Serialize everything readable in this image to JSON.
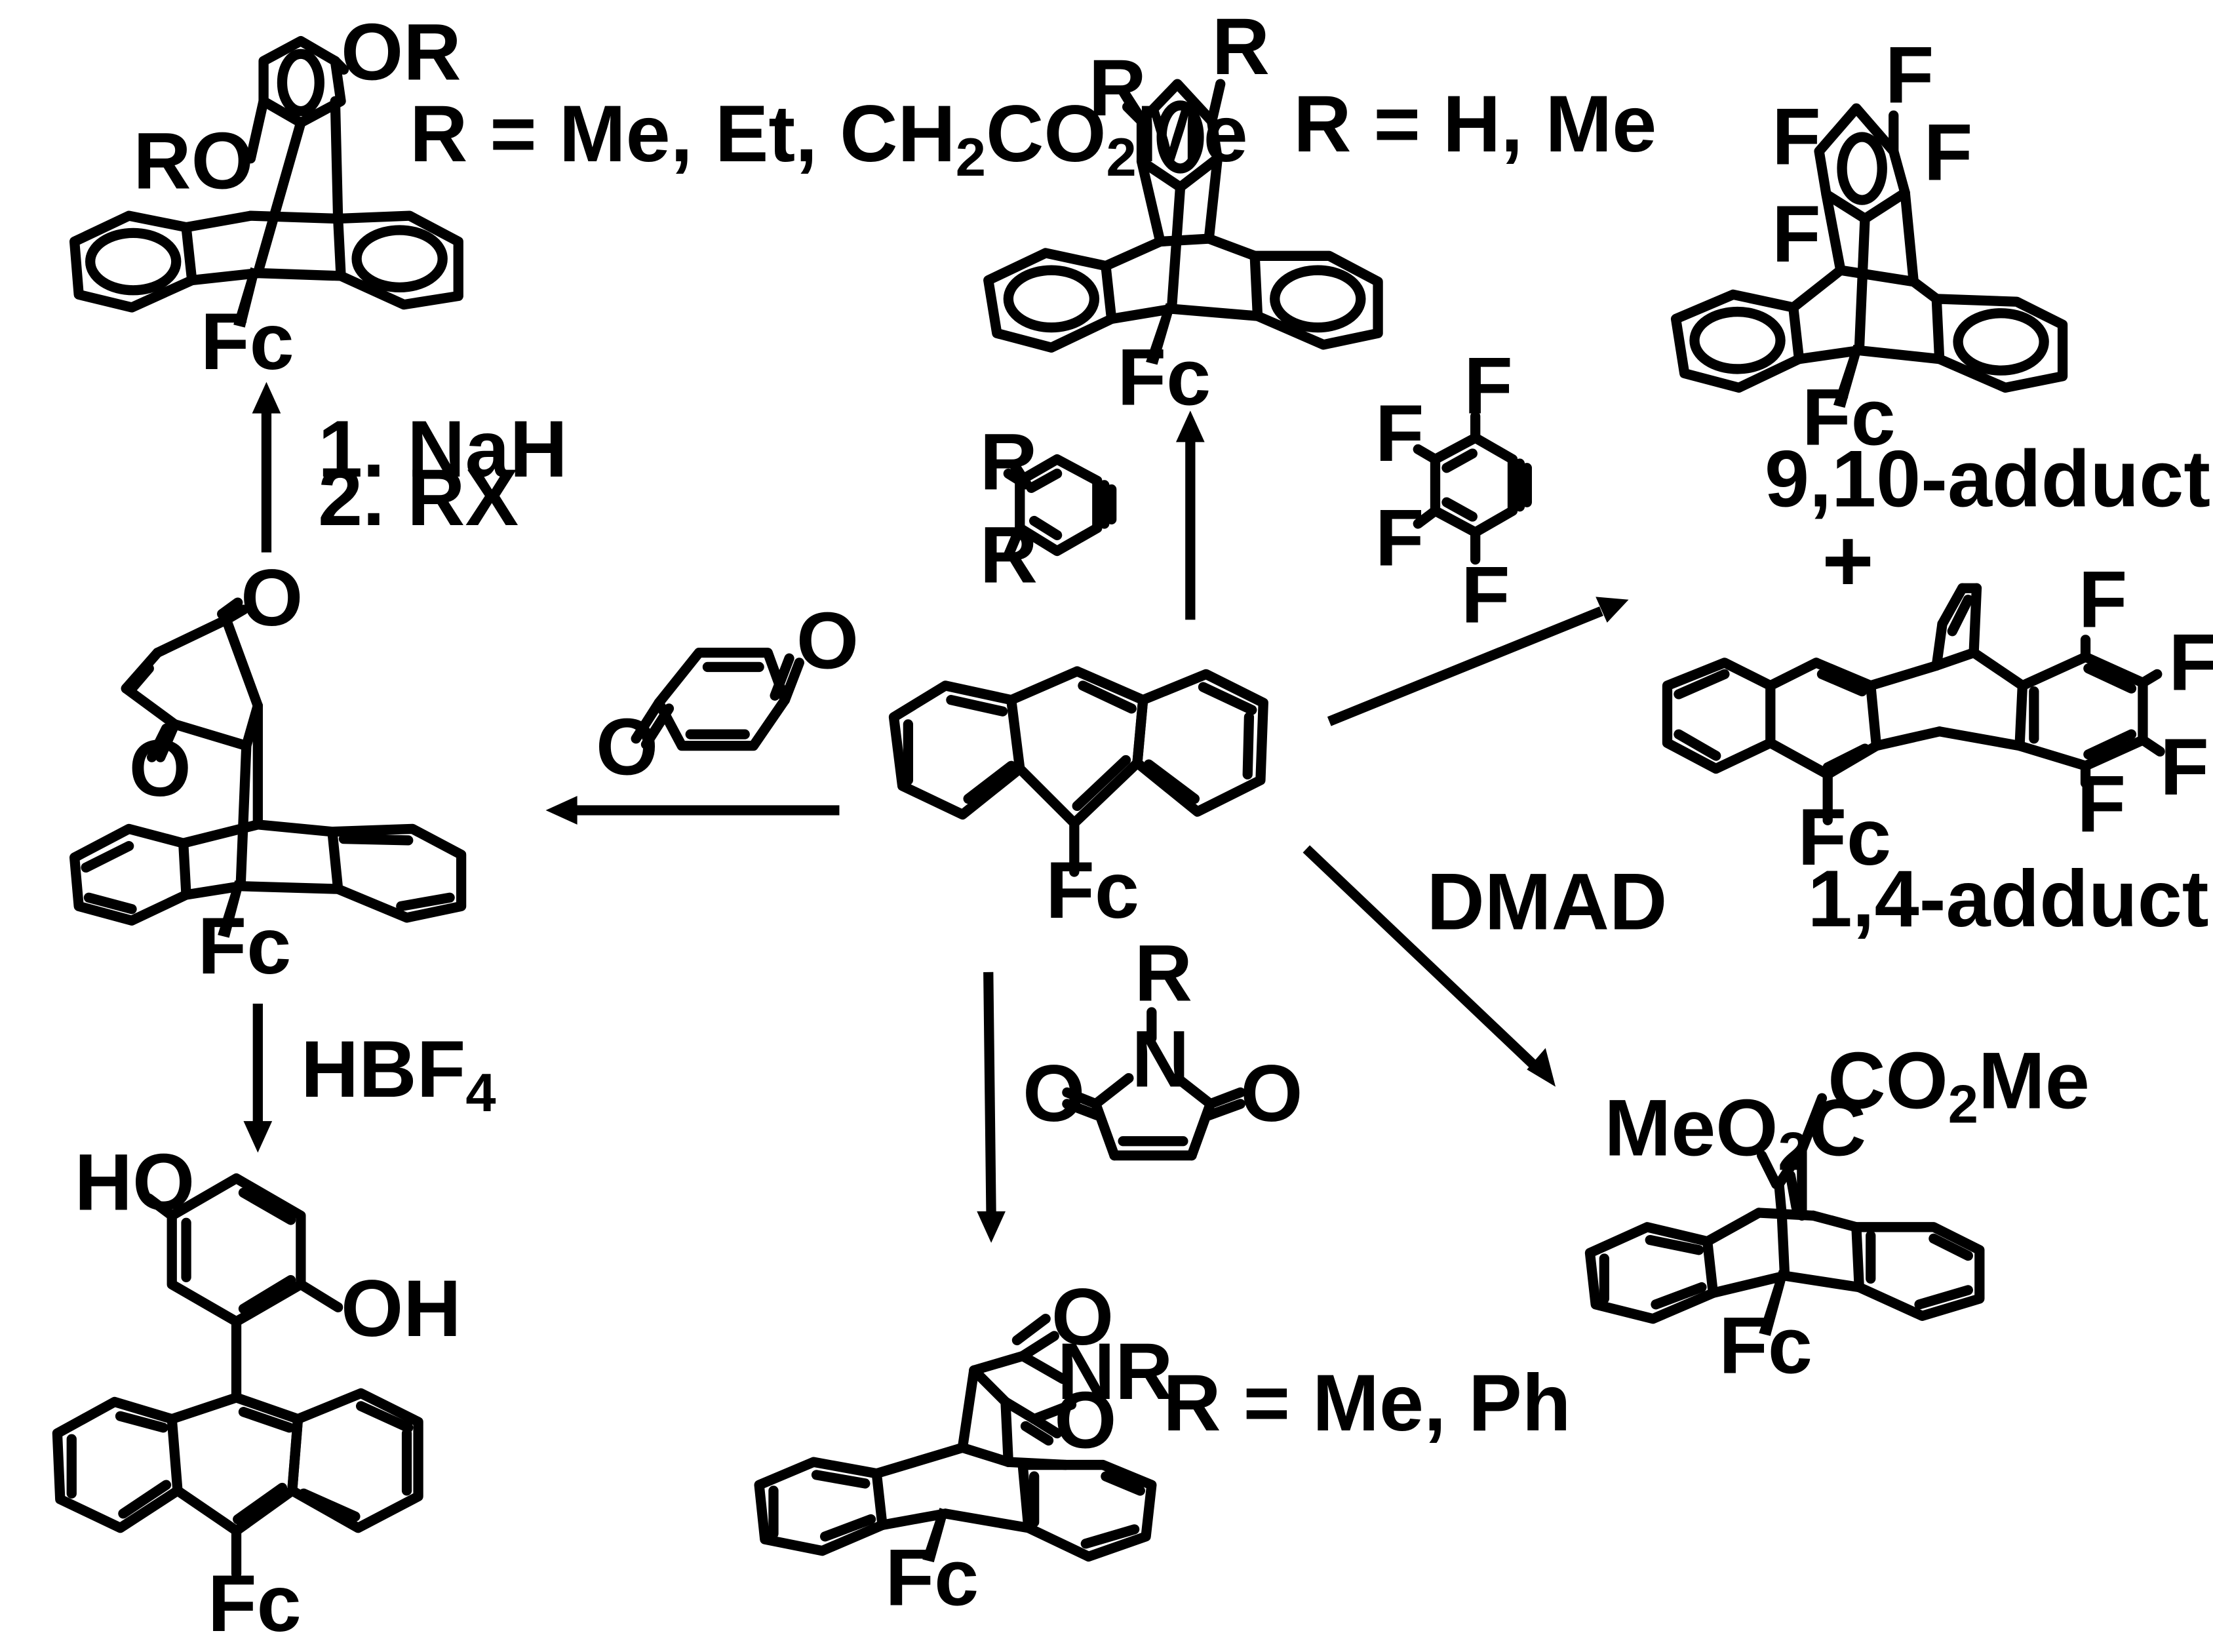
{
  "labels": {
    "ptl_or": "OR",
    "ptl_ro": "RO",
    "ptl_r_def_pre": "R = Me, Et, CH",
    "ptl_r_def_sub1": "2",
    "ptl_r_def_mid": "CO",
    "ptl_r_def_sub2": "2",
    "ptl_r_def_post": "Me",
    "ptl_fc": "Fc",
    "ptc_r1": "R",
    "ptc_r2": "R",
    "ptc_r_def": "R = H, Me",
    "ptc_fc": "Fc",
    "ptr_f1": "F",
    "ptr_f2": "F",
    "ptr_f3": "F",
    "ptr_f4": "F",
    "ptr_fc": "Fc",
    "ptr_caption": "9,10-adduct",
    "plus": "+",
    "pmr_f1": "F",
    "pmr_f2": "F",
    "pmr_f3": "F",
    "pmr_f4": "F",
    "pmr_fc": "Fc",
    "pmr_caption": "1,4-adduct",
    "step_nah": "1. NaH",
    "step_rx": "2. RX",
    "reagent_aryne_r1": "R",
    "reagent_aryne_r2": "R",
    "reagent_tfb_f1": "F",
    "reagent_tfb_f2": "F",
    "reagent_tfb_f3": "F",
    "reagent_tfb_f4": "F",
    "pml_o1": "O",
    "pml_o2": "O",
    "pml_fc": "Fc",
    "bq_o1": "O",
    "bq_o2": "O",
    "sm_fc": "Fc",
    "hbf_main": "HBF",
    "hbf_sub": "4",
    "pbl_ho": "HO",
    "pbl_oh": "OH",
    "pbl_fc": "Fc",
    "mal_r": "R",
    "mal_n": "N",
    "mal_o1": "O",
    "mal_o2": "O",
    "pbc_o1": "O",
    "pbc_nr": "NR",
    "pbc_o2": "O",
    "pbc_r_def": "R = Me, Ph",
    "pbc_fc": "Fc",
    "dmad": "DMAD",
    "pbr_co2me_pre": "CO",
    "pbr_co2me_sub": "2",
    "pbr_co2me_post": "Me",
    "pbr_meo2c_pre": "MeO",
    "pbr_meo2c_sub": "2",
    "pbr_meo2c_post": "C",
    "pbr_fc": "Fc"
  }
}
